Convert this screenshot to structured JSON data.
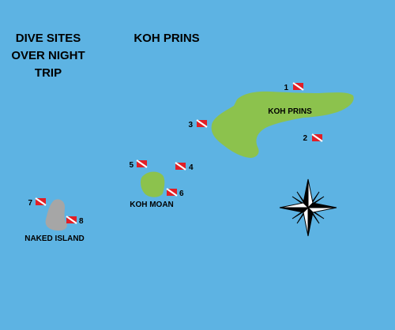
{
  "header": {
    "title_lines": [
      "DIVE SITES",
      "OVER NIGHT",
      "TRIP"
    ],
    "map_title": "KOH PRINS"
  },
  "islands": {
    "koh_prins": "KOH PRINS",
    "koh_moan": "KOH MOAN",
    "naked_island": "NAKED ISLAND"
  },
  "dive_sites": [
    "1",
    "2",
    "3",
    "4",
    "5",
    "6",
    "7",
    "8"
  ],
  "colors": {
    "sea": "#5db3e3",
    "island": "#8cc24d",
    "naked_island": "#a6a6a6",
    "dive_flag_red": "#e21e26",
    "dive_flag_stripe": "#ffffff"
  },
  "icons": {
    "dive_flag": "dive-flag-icon",
    "compass": "compass-rose-icon"
  }
}
